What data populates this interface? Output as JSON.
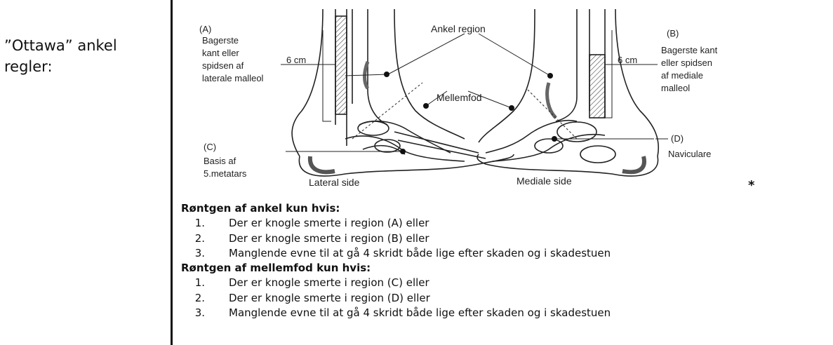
{
  "left_label": {
    "line1": "”Ottawa” ankel",
    "line2": "regler:"
  },
  "figure": {
    "label_A": [
      "(A)",
      "Bagerste",
      "kant eller",
      "spidsen af",
      "laterale malleol"
    ],
    "label_B": [
      "(B)",
      "Bagerste kant",
      "eller spidsen",
      "af mediale",
      "malleol"
    ],
    "label_C": [
      "(C)",
      "Basis af",
      "5.metatars"
    ],
    "label_D": [
      "(D)",
      "Naviculare"
    ],
    "ankle_region": "Ankel region",
    "midfoot": "Mellemfod",
    "six_cm_left": "6 cm",
    "six_cm_right": "6 cm",
    "lateral_side": "Lateral side",
    "medial_side": "Mediale side"
  },
  "asterisk": "*",
  "ankle_rules": {
    "title": "Røntgen af ankel kun hvis:",
    "items": [
      {
        "num": "1.",
        "text": "Der er knogle smerte i region (A) eller"
      },
      {
        "num": "2.",
        "text": "Der er knogle smerte i region (B) eller"
      },
      {
        "num": "3.",
        "text": "Manglende evne til at gå 4 skridt både lige efter skaden og i skadestuen"
      }
    ]
  },
  "midfoot_rules": {
    "title": "Røntgen af mellemfod kun hvis:",
    "items": [
      {
        "num": "1.",
        "text": "Der er knogle smerte i region (C) eller"
      },
      {
        "num": "2.",
        "text": "Der er knogle smerte i region (D) eller"
      },
      {
        "num": "3.",
        "text": "Manglende evne til at gå 4 skridt både lige efter skaden og i skadestuen"
      }
    ]
  }
}
